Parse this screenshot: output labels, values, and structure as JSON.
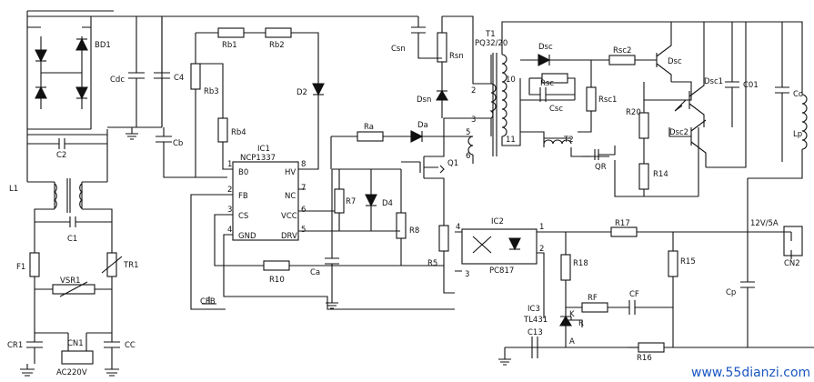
{
  "labels": {
    "bd1": "BD1",
    "cdc": "Cdc",
    "c4": "C4",
    "cb": "Cb",
    "rb1": "Rb1",
    "rb2": "Rb2",
    "rb3": "Rb3",
    "rb4": "Rb4",
    "d2": "D2",
    "c2": "C2",
    "l1": "L1",
    "c1": "C1",
    "f1": "F1",
    "tr1": "TR1",
    "vsr1": "VSR1",
    "cr1": "CR1",
    "cn1": "CN1",
    "cc": "CC",
    "ac220v": "AC220V",
    "ic1": "IC1",
    "ncp": "NCP1337",
    "b0": "B0",
    "fb": "FB",
    "cs": "CS",
    "gnd": "GND",
    "hv": "HV",
    "nc": "NC",
    "vcc": "VCC",
    "drv": "DRV",
    "p1": "1",
    "p2": "2",
    "p3": "3",
    "p4": "4",
    "p5": "5",
    "p6": "6",
    "p7": "7",
    "p8": "8",
    "r10": "R10",
    "cfb": "CFB",
    "ca": "Ca",
    "csn": "Csn",
    "rsn": "Rsn",
    "dsn": "Dsn",
    "ra": "Ra",
    "da": "Da",
    "q1": "Q1",
    "r7": "R7",
    "d4": "D4",
    "r8": "R8",
    "r5": "R5",
    "t1": "T1",
    "pq": "PQ32/20",
    "t1p2": "2",
    "t1p3": "3",
    "t1p5": "5",
    "t1p6": "6",
    "t1p10": "10",
    "t1p11": "11",
    "dsc": "Dsc",
    "rsc2": "Rsc2",
    "rsc": "Rsc",
    "csc": "Csc",
    "rsc1": "Rsc1",
    "t2": "T2",
    "r20": "R20",
    "qsc": "Dsc",
    "dsc1": "Dsc1",
    "dsc2": "Dsc2",
    "c01": "C01",
    "co": "Co",
    "lp": "Lp",
    "qr": "QR",
    "r14": "R14",
    "ic2": "IC2",
    "pc817": "PC817",
    "ic2p1": "1",
    "ic2p2": "2",
    "ic2p3": "3",
    "ic2p4": "4",
    "r17": "R17",
    "r18": "R18",
    "r15": "R15",
    "rf": "RF",
    "cf": "CF",
    "ic3": "IC3",
    "tl431": "TL431",
    "k": "K",
    "r": "R",
    "a": "A",
    "c13": "C13",
    "r16": "R16",
    "out": "12V/5A",
    "cn2": "CN2",
    "cp": "Cp"
  },
  "watermark": "www.55dianzi.com"
}
